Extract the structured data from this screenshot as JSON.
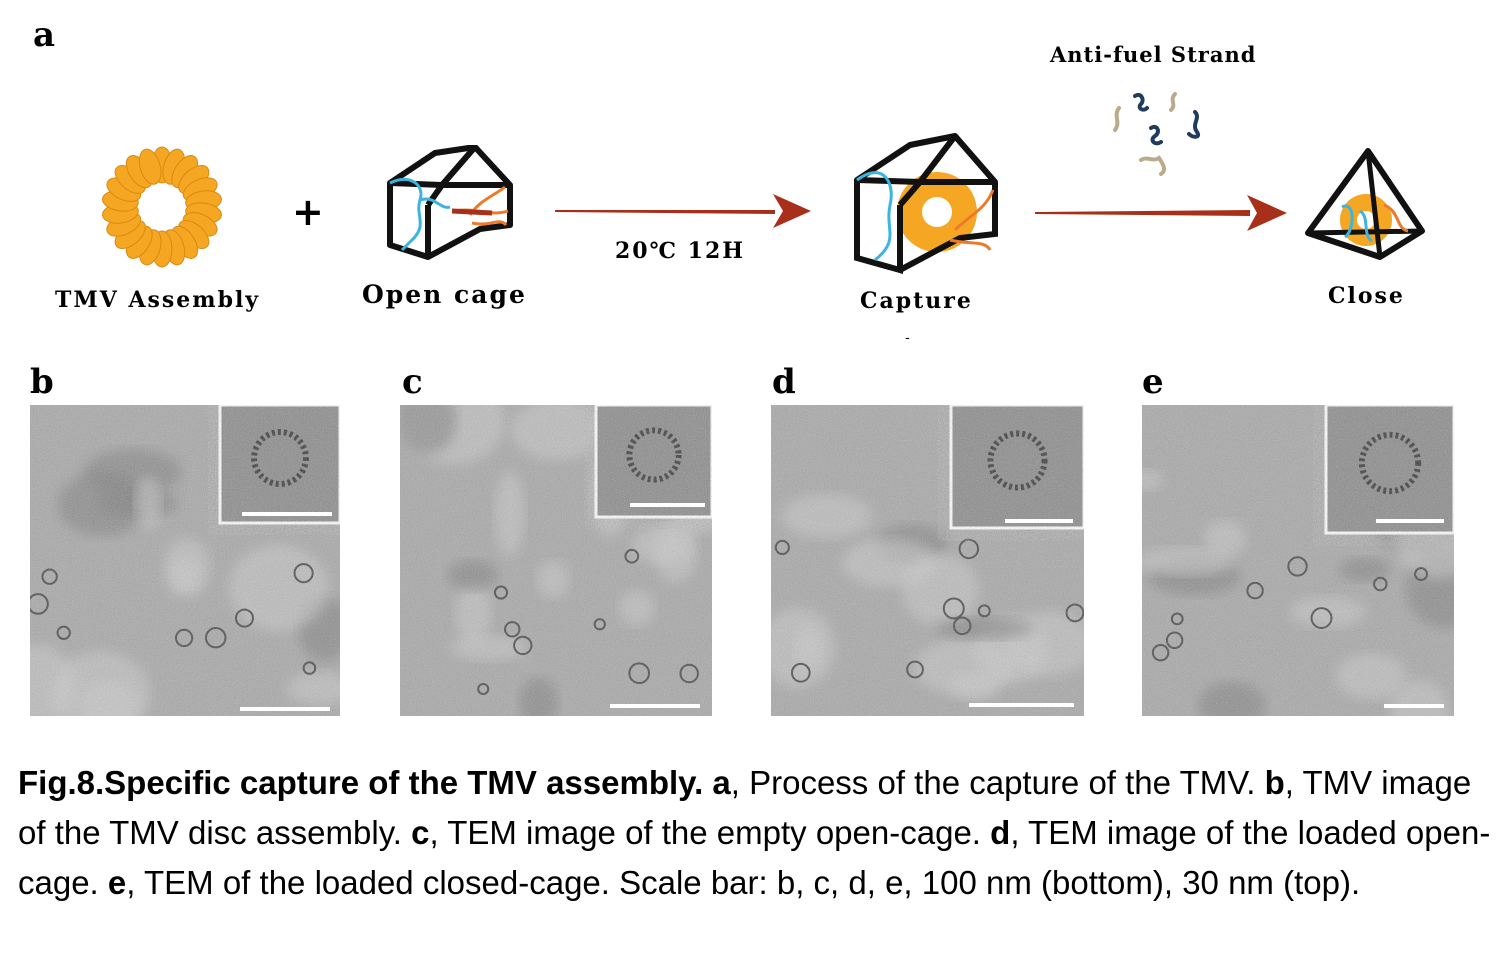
{
  "panel_a": {
    "letter": "a",
    "labels": {
      "tmv": "TMV Assembly",
      "plus": "+",
      "open_cage": "Open cage",
      "condition": "20℃ 12H",
      "capture": "Capture",
      "anti_fuel": "Anti-fuel Strand",
      "close": "Close",
      "dash": "-"
    },
    "colors": {
      "tmv": "#f5a623",
      "arrow": "#a8301a",
      "blue_strand": "#3bb4e0",
      "orange_strand": "#ec7a2a",
      "anti_fuel_dark": "#1f3b5e",
      "anti_fuel_light": "#b9ab8c"
    }
  },
  "panels": [
    {
      "letter": "b"
    },
    {
      "letter": "c"
    },
    {
      "letter": "d"
    },
    {
      "letter": "e"
    }
  ],
  "caption": {
    "fig": "Fig.8.Specific capture of the TMV assembly.",
    "a_key": "a",
    "a_text": ", Process of the capture of the TMV.",
    "b_key": "b",
    "b_text": ", TMV image of the TMV disc assembly.",
    "c_key": "c",
    "c_text": ", TEM image of the empty open-cage.",
    "d_key": "d",
    "d_text": ", TEM image of the loaded open-cage.",
    "e_key": "e",
    "e_text": ", TEM of the loaded closed-cage. Scale bar: b, c, d, e, 100 nm (bottom), 30 nm (top)."
  }
}
